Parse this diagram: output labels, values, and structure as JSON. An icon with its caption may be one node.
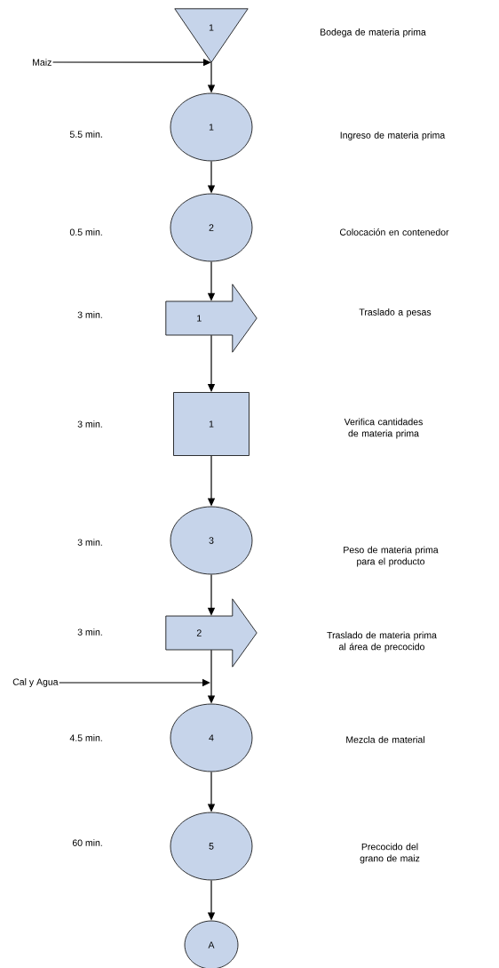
{
  "diagram": {
    "nodes": [
      {
        "text": [
          "1"
        ]
      },
      {
        "text": [
          "Maiz"
        ]
      },
      {
        "text": [
          "1"
        ]
      },
      {
        "text": [
          "2"
        ]
      },
      {
        "text": [
          "1"
        ]
      },
      {
        "text": [
          "1"
        ]
      },
      {
        "text": [
          "3"
        ]
      },
      {
        "text": [
          "2"
        ]
      },
      {
        "text": [
          "Cal y Agua"
        ]
      },
      {
        "text": [
          "4"
        ]
      },
      {
        "text": [
          "5"
        ]
      },
      {
        "text": [
          "A"
        ]
      }
    ],
    "edges": [
      {
        "from": 1,
        "to": 0,
        "arrow": "to"
      },
      {
        "from": 0,
        "to": 2,
        "arrow": "to"
      },
      {
        "from": 2,
        "to": 3,
        "arrow": "to"
      },
      {
        "from": 3,
        "to": 4,
        "arrow": "to"
      },
      {
        "from": 4,
        "to": 5,
        "arrow": "to"
      },
      {
        "from": 5,
        "to": 6,
        "arrow": "to"
      },
      {
        "from": 6,
        "to": 7,
        "arrow": "to"
      },
      {
        "from": 7,
        "to": 9,
        "arrow": "to"
      },
      {
        "from": 8,
        "to": null,
        "arrow": "to"
      },
      {
        "from": 9,
        "to": 10,
        "arrow": "to"
      },
      {
        "from": 10,
        "to": 11,
        "arrow": "to"
      }
    ],
    "labels": [
      "Bodega de materia prima",
      "5.5 min.",
      "Ingreso de materia prima",
      "0.5 min.",
      "Colocación en contenedor",
      "3 min.",
      "Traslado a pesas",
      "3 min.",
      "Verifica cantidades de materia prima",
      "3 min.",
      "Peso de materia prima para el producto",
      "3 min.",
      "Traslado de materia prima al área de precocido",
      "4.5 min.",
      "Mezcla de material",
      "60 min.",
      "Precocido del grano de maiz"
    ]
  }
}
